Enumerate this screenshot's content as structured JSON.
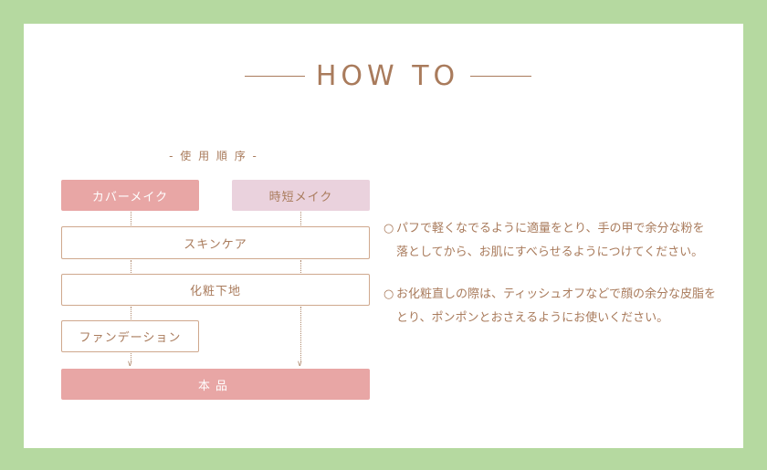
{
  "title": "HOW TO",
  "order_label": "- 使 用 順 序 -",
  "flow": {
    "cover": "カバーメイク",
    "short": "時短メイク",
    "skincare": "スキンケア",
    "base": "化粧下地",
    "foundation": "ファンデーション",
    "main": "本品"
  },
  "notes": {
    "bullet": "○",
    "n1_line1": "パフで軽くなでるように適量をとり、手の甲で余分な粉を",
    "n1_line2": "落としてから、お肌にすべらせるようにつけてください。",
    "n2_line1": "お化粧直しの際は、ティッシュオフなどで顔の余分な皮脂を",
    "n2_line2": "とり、ポンポンとおさえるようにお使いください。"
  },
  "colors": {
    "frame": "#b5d9a0",
    "accent_brown": "#a97b5c",
    "pink": "#e8a6a5",
    "light_pink": "#ead2dd"
  }
}
